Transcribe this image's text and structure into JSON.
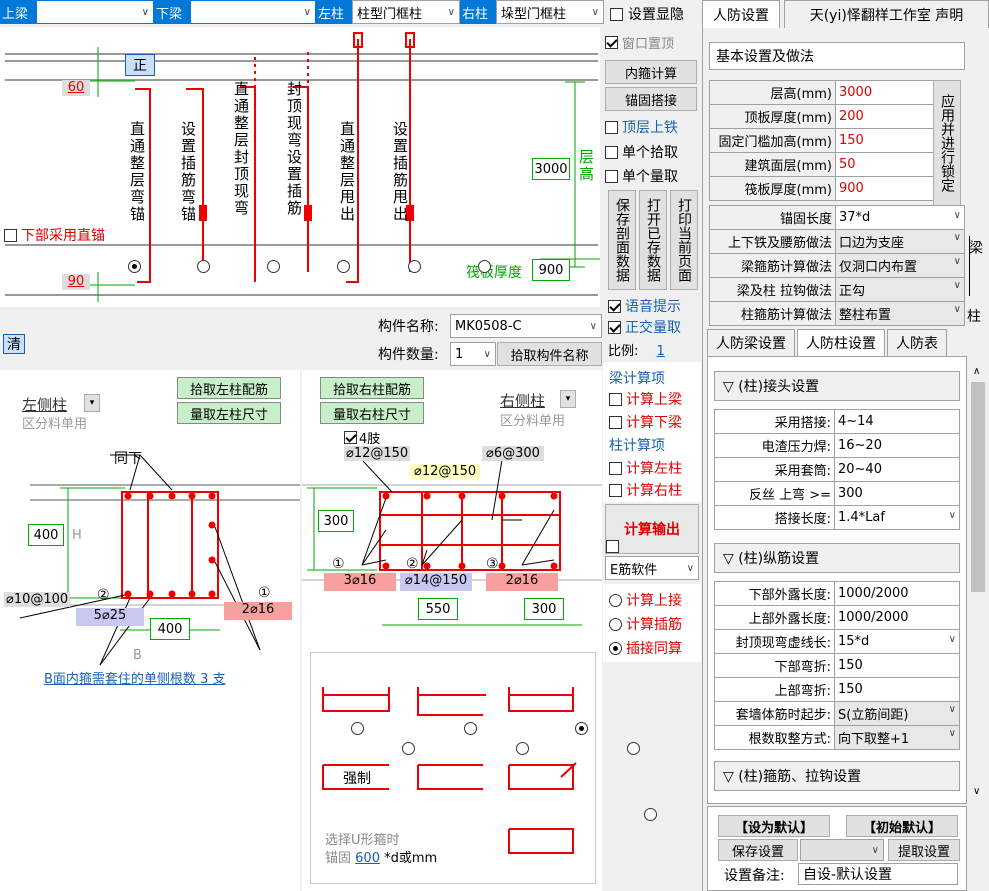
{
  "top_bar": {
    "shang_liang_label": "上梁",
    "xia_liang_label": "下梁",
    "zuo_zhu_label": "左柱",
    "zuo_zhu_value": "柱型门框柱",
    "you_zhu_label": "右柱",
    "you_zhu_value": "垛型门框柱",
    "set_show_hide": "设置显隐",
    "tab_renfang": "人防设置",
    "tab_studio": "天(yi)怿翻样工作室 声明"
  },
  "diagram": {
    "zheng_button": "正",
    "dim_top": "60",
    "dim_bottom": "90",
    "ceng_gao_value": "3000",
    "ceng_gao_label": "层高",
    "fa_ban_label": "筏板厚度",
    "fa_ban_value": "900",
    "xia_bu_zhi_mao": "下部采用直锚",
    "options": [
      "直通整层弯锚",
      "设置插筋弯锚",
      "直通整层封顶现弯",
      "封顶现弯设置插筋",
      "直通整层甩出",
      "设置插筋甩出"
    ],
    "selected_option": 0
  },
  "middle_buttons": {
    "window_top": "窗口置顶",
    "inner_stirrup": "内箍计算",
    "anchor_lap": "锚固搭接",
    "top_layer_iron": "顶层上铁",
    "single_pick": "单个拾取",
    "single_measure": "单个量取",
    "save_section": "保存剖面数据",
    "open_saved": "打开已存数据",
    "print_page": "打印当前页面",
    "voice_prompt": "语音提示",
    "ortho_measure": "正交量取",
    "scale_label": "比例:",
    "scale_value": "1",
    "beam_calc_title": "梁计算项",
    "calc_upper_beam": "计算上梁",
    "calc_lower_beam": "计算下梁",
    "col_calc_title": "柱计算项",
    "calc_left_col": "计算左柱",
    "calc_right_col": "计算右柱",
    "calc_output": "计算输出",
    "software": "E筋软件",
    "calc_upper_lap": "计算上接",
    "calc_insert": "计算插筋",
    "insert_same": "插接同算"
  },
  "member": {
    "name_label": "构件名称:",
    "name_value": "MK0508-C",
    "count_label": "构件数量:",
    "count_value": "1",
    "pick_name": "拾取构件名称",
    "clear": "清"
  },
  "left_col": {
    "title": "左侧柱",
    "subtitle": "区分料单用",
    "pick_rebar": "拾取左柱配筋",
    "measure_size": "量取左柱尺寸",
    "tong_xia": "同下",
    "dim_400_h": "400",
    "h_label": "H",
    "stirrup": "⌀10@100",
    "n2": "②",
    "n2_value": "5⌀25",
    "n1": "①",
    "n1_value": "2⌀16",
    "dim_400_b": "400",
    "b_label": "B",
    "b_face_text": "B面内箍需套住的单侧根数",
    "b_face_num": "3",
    "b_face_unit": "支"
  },
  "right_col": {
    "title": "右侧柱",
    "subtitle": "区分料单用",
    "pick_rebar": "拾取右柱配筋",
    "measure_size": "量取右柱尺寸",
    "four_legs": "4肢",
    "stirrup1": "⌀12@150",
    "stirrup2": "⌀12@150",
    "stirrup3": "⌀6@300",
    "dim_300_h": "300",
    "n1": "①",
    "n1_value": "3⌀16",
    "n2": "②",
    "n2_value": "⌀14@150",
    "n3": "③",
    "n3_value": "2⌀16",
    "dim_550": "550",
    "dim_300_b": "300"
  },
  "u_stirrup": {
    "force": "强制",
    "select_text": "选择U形箍时",
    "anchor_label": "锚固",
    "anchor_value": "600",
    "anchor_unit": "*d或mm"
  },
  "right_panel": {
    "basic_title": "基本设置及做法",
    "rows": [
      {
        "k": "层高(mm)",
        "v": "3000"
      },
      {
        "k": "顶板厚度(mm)",
        "v": "200"
      },
      {
        "k": "固定门槛加高(mm)",
        "v": "150"
      },
      {
        "k": "建筑面层(mm)",
        "v": "50"
      },
      {
        "k": "筏板厚度(mm)",
        "v": "900"
      }
    ],
    "apply_lock": "应用并进行锁定",
    "anchor_len_label": "锚固长度",
    "anchor_len_value": "37*d",
    "upper_lower_label": "上下铁及腰筋做法",
    "upper_lower_value": "口边为支座",
    "beam_stirrup_label": "梁箍筋计算做法",
    "beam_stirrup_value": "仅洞口内布置",
    "tie_label": "梁及柱 拉钩做法",
    "tie_value": "正勾",
    "col_stirrup_label": "柱箍筋计算做法",
    "col_stirrup_value": "整柱布置",
    "side_liang": "梁",
    "side_zhu": "柱",
    "tabs": [
      "人防梁设置",
      "人防柱设置",
      "人防表"
    ],
    "sect_lap": "▽ (柱)接头设置",
    "lap_rows": [
      {
        "k": "采用搭接:",
        "v": "4~14"
      },
      {
        "k": "电渣压力焊:",
        "v": "16~20"
      },
      {
        "k": "采用套筒:",
        "v": "20~40"
      },
      {
        "k": "反丝  上弯 >=",
        "v": "300"
      },
      {
        "k": "搭接长度:",
        "v": "1.4*Laf"
      }
    ],
    "sect_long": "▽ (柱)纵筋设置",
    "long_rows": [
      {
        "k": "下部外露长度:",
        "v": "1000/2000"
      },
      {
        "k": "上部外露长度:",
        "v": "1000/2000"
      },
      {
        "k": "封顶现弯虚线长:",
        "v": "15*d"
      },
      {
        "k": "下部弯折:",
        "v": "150"
      },
      {
        "k": "上部弯折:",
        "v": "150"
      },
      {
        "k": "套墙体筋时起步:",
        "v": "S(立筋间距)"
      },
      {
        "k": "根数取整方式:",
        "v": "向下取整+1"
      }
    ],
    "sect_stirrup": "▽ (柱)箍筋、拉钩设置",
    "set_default": "【设为默认】",
    "init_default": "【初始默认】",
    "save_settings": "保存设置",
    "extract_settings": "提取设置",
    "note_label": "设置备注:",
    "note_value": "自设-默认设置"
  }
}
